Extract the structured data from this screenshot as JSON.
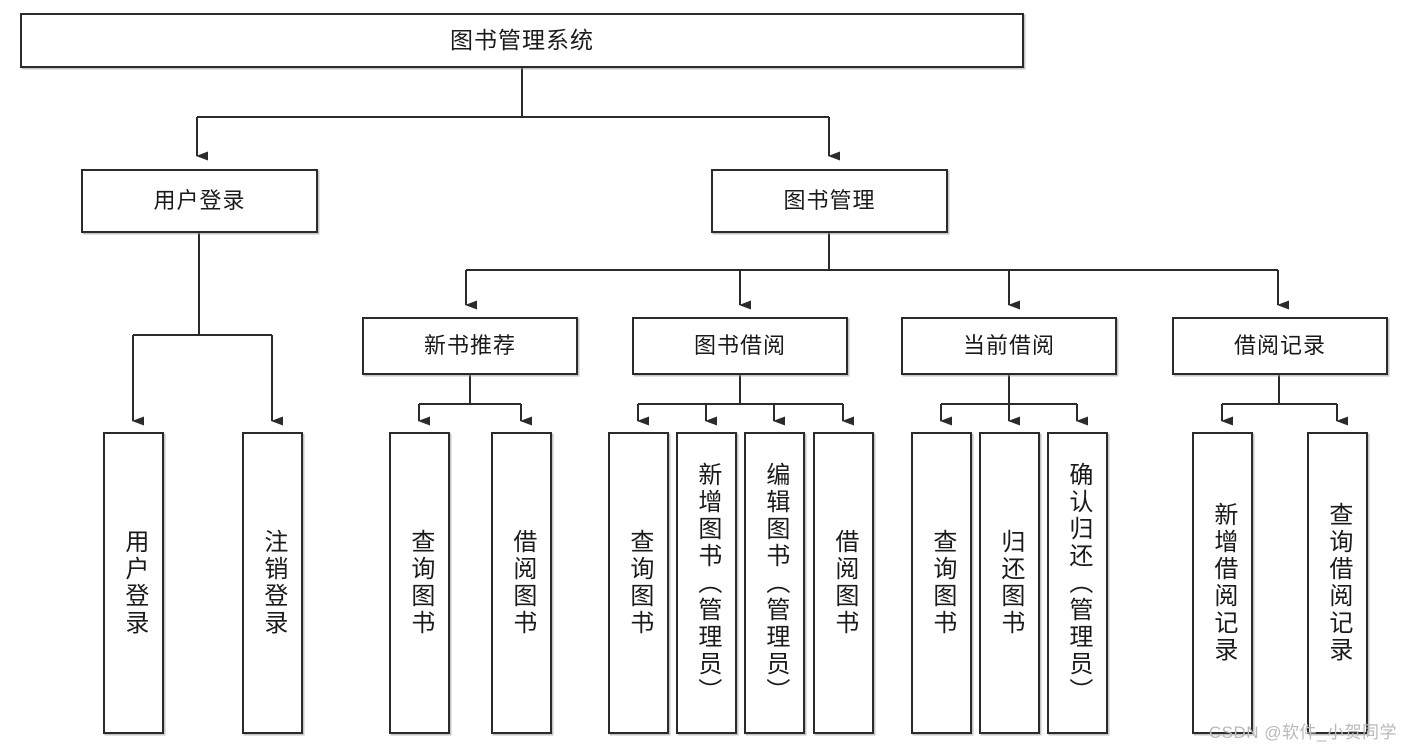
{
  "diagram": {
    "title": "图书管理系统",
    "type": "tree-hierarchy-diagram",
    "watermark": "CSDN @软件_小贺同学",
    "colors": {
      "box_border": "#2b2b2b",
      "box_fill": "#ffffff",
      "connector": "#2b2b2b",
      "text": "#1a1a1a",
      "watermark": "#b9b9b9"
    },
    "levels": {
      "level1": [
        {
          "id": "root",
          "label": "图书管理系统"
        }
      ],
      "level2": [
        {
          "id": "user-login",
          "label": "用户登录"
        },
        {
          "id": "book-manage",
          "label": "图书管理"
        }
      ],
      "level3": [
        {
          "id": "new-book-rec",
          "label": "新书推荐"
        },
        {
          "id": "book-borrow",
          "label": "图书借阅"
        },
        {
          "id": "current-borrow",
          "label": "当前借阅"
        },
        {
          "id": "borrow-record",
          "label": "借阅记录"
        }
      ],
      "level4": [
        {
          "id": "leaf-user-login",
          "label": "用户登录",
          "parent": "user-login"
        },
        {
          "id": "leaf-logout",
          "label": "注销登录",
          "parent": "user-login"
        },
        {
          "id": "leaf-query-book-1",
          "label": "查询图书",
          "parent": "new-book-rec"
        },
        {
          "id": "leaf-borrow-book-1",
          "label": "借阅图书",
          "parent": "new-book-rec"
        },
        {
          "id": "leaf-query-book-2",
          "label": "查询图书",
          "parent": "book-borrow"
        },
        {
          "id": "leaf-add-book",
          "label": "新增图书（管理员）",
          "parent": "book-borrow"
        },
        {
          "id": "leaf-edit-book",
          "label": "编辑图书（管理员）",
          "parent": "book-borrow"
        },
        {
          "id": "leaf-borrow-book-2",
          "label": "借阅图书",
          "parent": "book-borrow"
        },
        {
          "id": "leaf-query-book-3",
          "label": "查询图书",
          "parent": "current-borrow"
        },
        {
          "id": "leaf-return-book",
          "label": "归还图书",
          "parent": "current-borrow"
        },
        {
          "id": "leaf-confirm-return",
          "label": "确认归还（管理员）",
          "parent": "current-borrow"
        },
        {
          "id": "leaf-add-record",
          "label": "新增借阅记录",
          "parent": "borrow-record"
        },
        {
          "id": "leaf-query-record",
          "label": "查询借阅记录",
          "parent": "borrow-record"
        }
      ]
    }
  }
}
